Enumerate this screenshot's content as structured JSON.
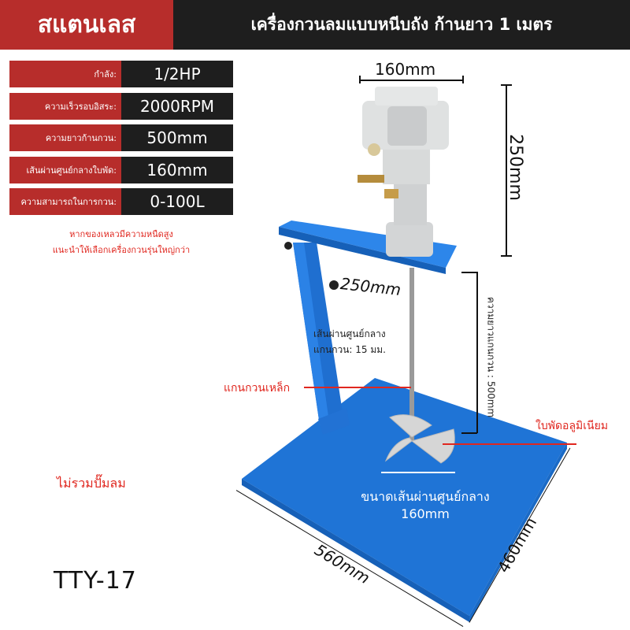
{
  "header": {
    "material_tag": "สแตนเลส",
    "title": "เครื่องกวนลมแบบหนีบถัง ก้านยาว 1 เมตร"
  },
  "specs": [
    {
      "label": "กำลัง:",
      "value": "1/2HP"
    },
    {
      "label": "ความเร็วรอบอิสระ:",
      "value": "2000RPM"
    },
    {
      "label": "ความยาวก้านกวน:",
      "value": "500mm"
    },
    {
      "label": "เส้นผ่านศูนย์กลางใบพัด:",
      "value": "160mm"
    },
    {
      "label": "ความสามารถในการกวน:",
      "value": "0-100L"
    }
  ],
  "note": {
    "line1": "หากของเหลวมีความหนืดสูง",
    "line2": "แนะนำให้เลือกเครื่องกวนรุ่นใหญ่กว่า"
  },
  "dimensions": {
    "motor_width": "160mm",
    "motor_height": "250mm",
    "arm_length": "250mm",
    "shaft_diameter_line1": "เส้นผ่านศูนย์กลาง",
    "shaft_diameter_line2": "แกนกวน: 15 มม.",
    "shaft_length": "ความยาวแกนกวน : 500mm",
    "impeller_diameter_line1": "ขนาดเส้นผ่านศูนย์กลาง",
    "impeller_diameter_line2": "160mm",
    "base_length": "560mm",
    "base_width": "460mm"
  },
  "callouts": {
    "steel_shaft": "แกนกวนเหล็ก",
    "aluminum_impeller": "ใบพัดอลูมิเนียม",
    "no_air_pump": "ไม่รวมปั๊มลม"
  },
  "model": "TTY-17",
  "colors": {
    "accent_red": "#b72d2b",
    "dark": "#1e1e1e",
    "stand_blue": "#1f74d6",
    "callout_red": "#e0271f"
  }
}
